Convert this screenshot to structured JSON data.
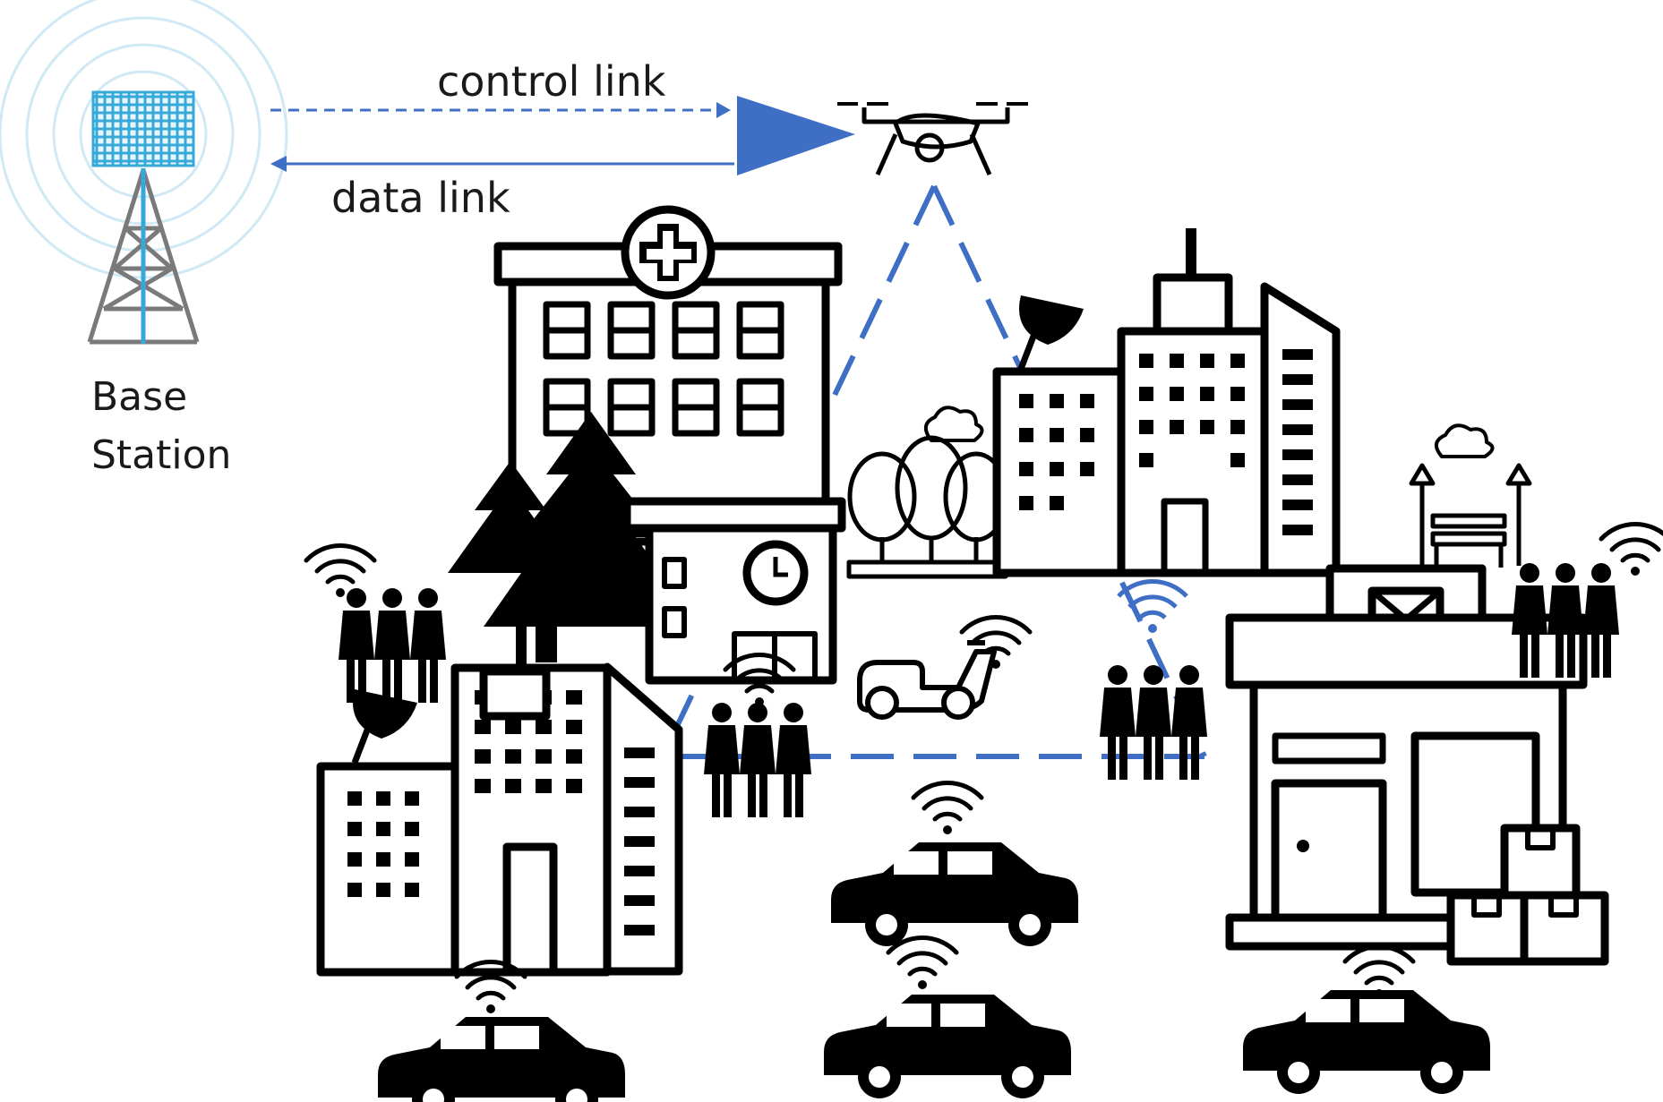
{
  "labels": {
    "control_link": "control link",
    "data_link": "data link",
    "base_station_line1": "Base",
    "base_station_line2": "Station"
  },
  "colors": {
    "link_blue": "#3f6fc4",
    "tower_blue": "#36a9d8",
    "ink": "#000000"
  },
  "icons": [
    "base-station-tower-icon",
    "drone-icon",
    "hospital-icon",
    "office-building-icon",
    "school-clock-icon",
    "trees-icon",
    "pine-trees-icon",
    "park-bench-icon",
    "post-office-icon",
    "people-group-icon",
    "scooter-icon",
    "car-icon",
    "satellite-dish-icon",
    "wifi-signal-icon",
    "delivery-boxes-icon"
  ]
}
